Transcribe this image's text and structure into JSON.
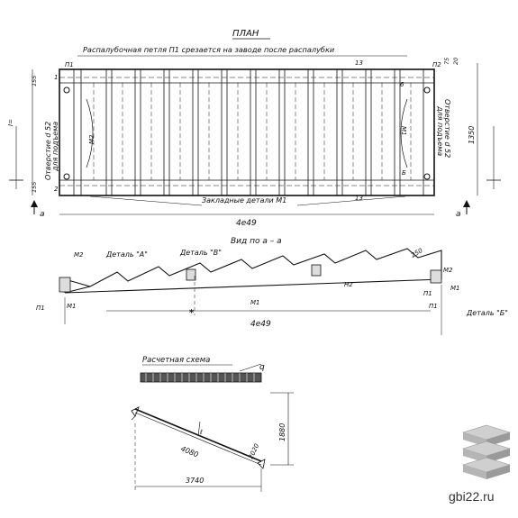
{
  "plan": {
    "title": "ПЛАН",
    "top_note": "Распалубочная петля П1  срезается на заводе после распалубки",
    "left_note_1": "Отверстие d 52",
    "left_note_2": "для подъема",
    "right_note_1": "Отверстие d 52",
    "right_note_2": "для подъема",
    "bottom_note": "Закладные детали М1",
    "width_label": "4e49",
    "height_label": "1350",
    "marks": [
      "П1",
      "П2",
      "М2",
      "М1",
      "13",
      "6",
      "Б",
      "1",
      "2",
      "155",
      "155",
      "75",
      "20"
    ],
    "section_a_left": "а",
    "section_a_right": "а"
  },
  "section": {
    "title": "Вид по  а – а",
    "detail_a": "Деталь \"А\"",
    "detail_b": "Деталь \"В\"",
    "detail_b2": "Деталь \"Б\"",
    "marks": [
      "М2",
      "П1",
      "М1",
      "М1",
      "М1",
      "П1",
      "М2",
      "П1",
      "Н2"
    ],
    "length_label": "4e49",
    "dim_250": "250"
  },
  "calc": {
    "title": "Расчетная  схема",
    "load": "q",
    "span_horizontal": "3740",
    "span_inclined": "4080",
    "height": "1880"
  },
  "watermark": {
    "text": "gbi22.ru"
  }
}
